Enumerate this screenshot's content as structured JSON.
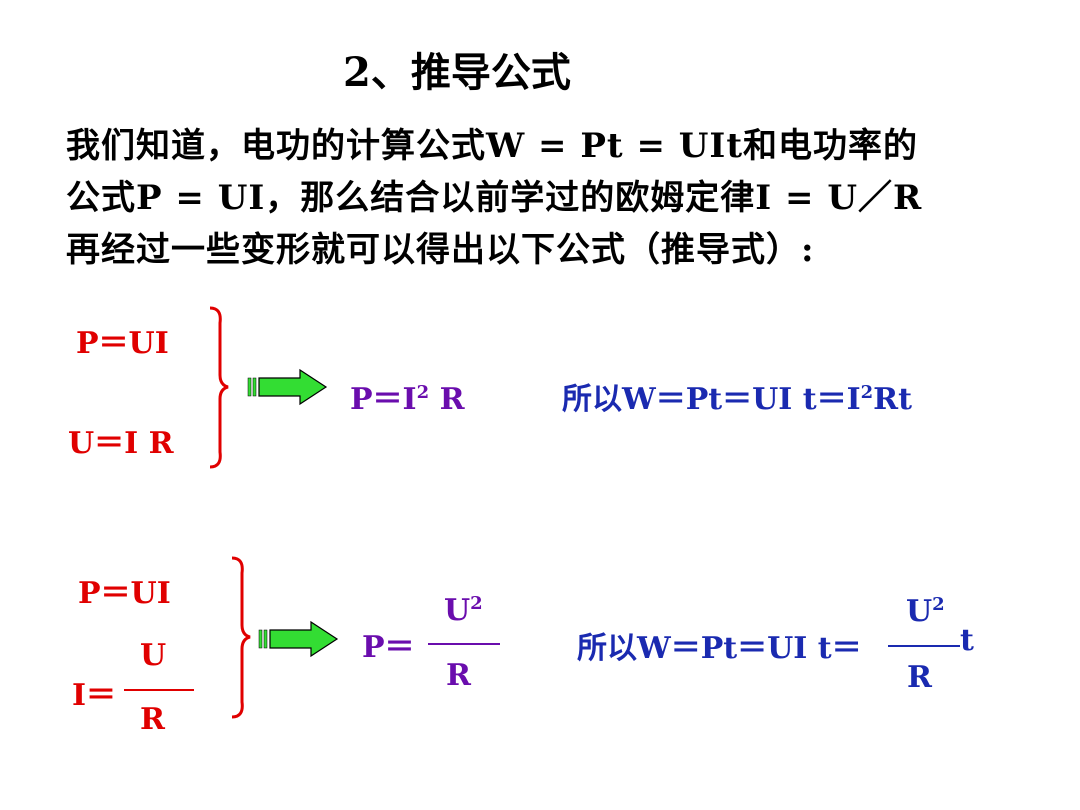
{
  "title": "2、推导公式",
  "paragraph": {
    "line1": "我们知道，电功的计算公式W = Pt = UIt和电功率的",
    "line2": "公式P = UI，那么结合以前学过的欧姆定律I = U／R",
    "line3": "再经过一些变形就可以得出以下公式（推导式）:"
  },
  "group1": {
    "eq1": "P＝UI",
    "eq2": "U＝I R",
    "result_prefix": "P＝I",
    "result_sup": "2",
    "result_suffix": " R",
    "conclusion_prefix": "所以W＝Pt＝UI t＝I",
    "conclusion_sup": "2",
    "conclusion_suffix": "Rt"
  },
  "group2": {
    "eq1": "P＝UI",
    "eq2_prefix": "I＝",
    "eq2_num": "U",
    "eq2_den": "R",
    "result_prefix": "P＝",
    "result_num_base": "U",
    "result_num_sup": "2",
    "result_den": "R",
    "conclusion_prefix": "所以W＝Pt＝UI t＝",
    "conclusion_num_base": "U",
    "conclusion_num_sup": "2",
    "conclusion_den": "R",
    "conclusion_suffix": " t"
  },
  "colors": {
    "given": "#e00000",
    "result": "#6a0dad",
    "conclusion": "#1a2ab0",
    "arrow": "#33dd33"
  }
}
